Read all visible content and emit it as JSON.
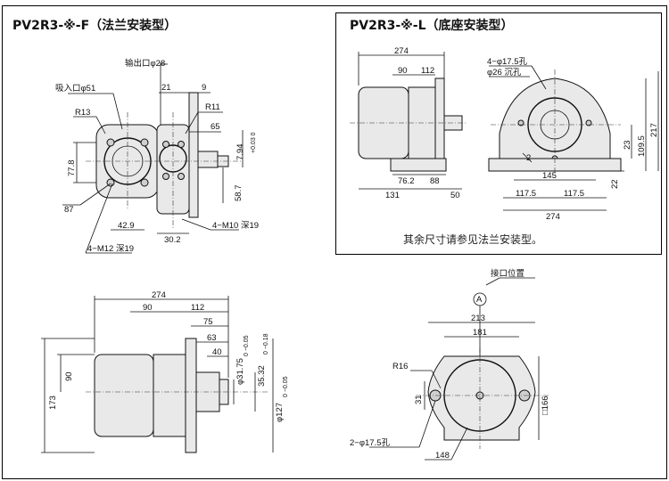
{
  "titles": {
    "flange": "PV2R3-※-F（法兰安装型）",
    "base": "PV2R3-※-L（底座安装型）"
  },
  "notes": {
    "base_note": "其余尺寸请参见法兰安装型。"
  },
  "labels": {
    "outlet": "输出口φ28",
    "inlet": "吸入口φ51",
    "r13": "R13",
    "r11": "R11",
    "d65": "65",
    "d21": "21",
    "d9": "9",
    "d77_8": "77.8",
    "d87": "87",
    "d42_9": "42.9",
    "d30_2": "30.2",
    "d58_7": "58.7",
    "d7_94": "7.94",
    "tol_794": "+0.03 0",
    "m12": "4−M12 深19",
    "m10": "4−M10 深19",
    "base_hole": "4−φ17.5孔",
    "base_cb": "φ26 沉孔",
    "b274": "274",
    "b90": "90",
    "b112": "112",
    "b76_2": "76.2",
    "b88": "88",
    "b131": "131",
    "b50": "50",
    "b2": "2",
    "b145": "145",
    "b117a": "117.5",
    "b117b": "117.5",
    "b274w": "274",
    "b23": "23",
    "b109": "109.5",
    "b22": "22",
    "b217": "217",
    "s274": "274",
    "s90": "90",
    "s112": "112",
    "s75": "75",
    "s63": "63",
    "s40": "40",
    "s90v": "90",
    "s173": "173",
    "s3175": "φ31.75",
    "s3532": "35.32",
    "s127": "φ127",
    "tol_3175": "0 −0.05",
    "tol_3532": "0 −0.18",
    "tol_127": "0 −0.05",
    "port_pos": "接口位置",
    "port_a": "A",
    "f213": "213",
    "f181": "181",
    "f_r16": "R16",
    "f31": "31",
    "f166": "□166",
    "f_holes": "2−φ17.5孔",
    "f148": "148"
  }
}
